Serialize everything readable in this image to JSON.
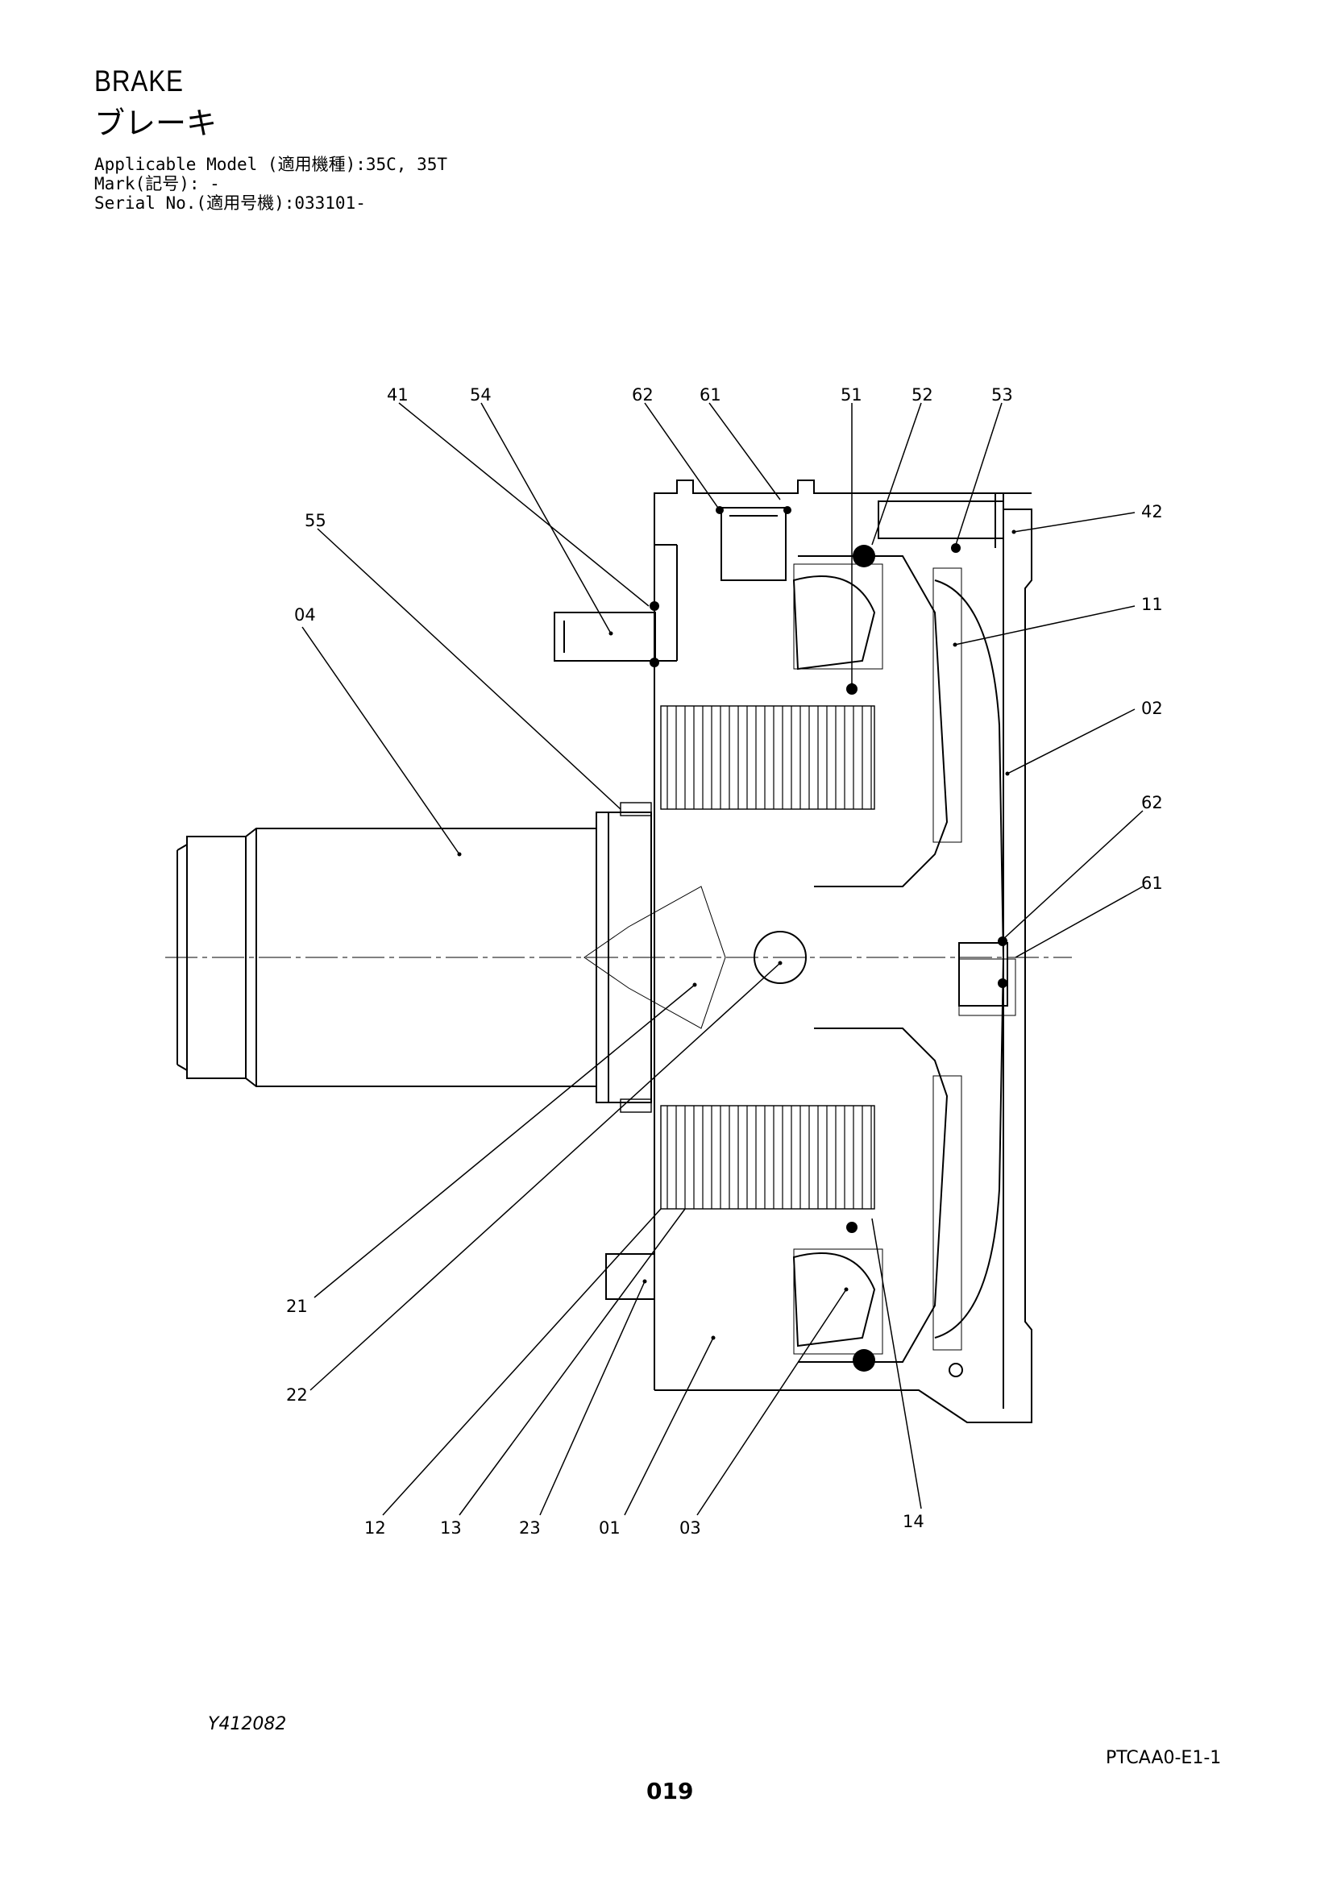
{
  "header": {
    "title_en": "BRAKE",
    "title_ja": "ブレーキ",
    "applicable_model": "Applicable Model (適用機種):35C, 35T",
    "mark": "Mark(記号): -",
    "serial": "Serial No.(適用号機):033101-"
  },
  "callouts": {
    "c41": "41",
    "c54": "54",
    "c62a": "62",
    "c61a": "61",
    "c51": "51",
    "c52": "52",
    "c53": "53",
    "c42": "42",
    "c55": "55",
    "c04": "04",
    "c11": "11",
    "c02": "02",
    "c62b": "62",
    "c61b": "61",
    "c21": "21",
    "c22": "22",
    "c12": "12",
    "c13": "13",
    "c23": "23",
    "c01": "01",
    "c03": "03",
    "c14": "14"
  },
  "footer": {
    "drawing_number": "Y412082",
    "sheet_code": "PTCAA0-E1-1",
    "page_number": "019"
  }
}
